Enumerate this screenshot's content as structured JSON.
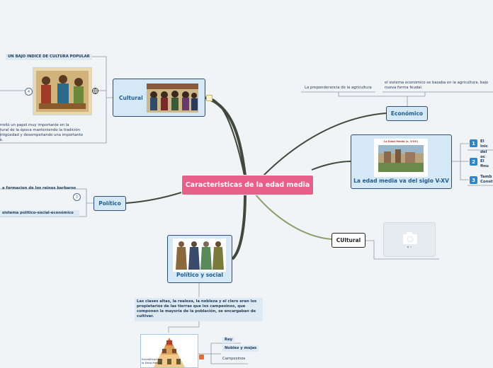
{
  "central": {
    "label": "Caracteristicas de la edad media"
  },
  "topics": {
    "cultural_top": "Cultural",
    "politico": "Político",
    "politico_social": "Político y social",
    "economico": "Económico",
    "edad_media": "La edad media va del siglo V-XV",
    "cultural_right": "CUltural"
  },
  "cultural_notes": {
    "title": "UN BAJO INDICE DE CULTURA POPULAR",
    "body_line1": "rrolló un papel muy importante en la",
    "body_line2": "tural de la época manteniendo la tradición",
    "body_line3": "ntigüedad y desempeñando una importante",
    "body_line4": "s.",
    "count": "4"
  },
  "politico_notes": {
    "item1": "a formacion de los reinos  barbaros",
    "item2": "sistema politico-social-económico",
    "count": "3"
  },
  "economico_notes": {
    "left": "La preponderancia de la agricultura",
    "right_line1": "el sistema económico se basaba en la agricultura, bajo",
    "right_line2": "nueva forma feudal."
  },
  "edad_media_items": [
    {
      "num": "1",
      "line1": "El inic",
      "line2": "del oc"
    },
    {
      "num": "2",
      "line1": "El finu",
      "line2": ""
    },
    {
      "num": "3",
      "line1": "Tamb",
      "line2": "Const"
    }
  ],
  "edad_media_image_caption": "La Edad Media (s. V-XV)",
  "social_notes": {
    "desc_line1": "Las clases altas, la realeza, la nobleza y el clero eran los",
    "desc_line2": "propietarios de las tierras que los campesinos, que",
    "desc_line3": "componen la mayoría de la población, se encargaban de",
    "desc_line4": "cultivar.",
    "rey": "Rey",
    "nobles": "Noblez y mojas",
    "campesinos": "Campesinos",
    "pyramid_caption_1": "Estratificación",
    "pyramid_caption_2": "la Edad Media"
  },
  "colors": {
    "background": "#f1f4f7",
    "central": "#e8608a",
    "topic_fill": "#d5e8f6",
    "topic_border": "#2c4d73",
    "branch": "#3f4a3d",
    "branch_green": "#8aa06a"
  },
  "icons": [
    "globe-icon",
    "camera-icon",
    "book-icon",
    "note-icon"
  ]
}
